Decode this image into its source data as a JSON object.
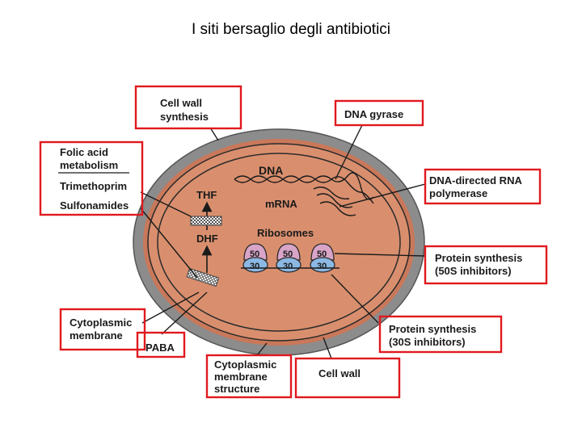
{
  "title": "I siti bersaglio degli antibiotici",
  "diagram": {
    "cell": {
      "dna": "DNA",
      "mrna": "mRNA",
      "ribosomes": "Ribosomes",
      "thf": "THF",
      "dhf": "DHF",
      "subunit_large": "50",
      "subunit_small": "30"
    },
    "labels": {
      "cell_wall_synthesis": [
        "Cell wall",
        "synthesis"
      ],
      "dna_gyrase": "DNA gyrase",
      "folic_acid": [
        "Folic acid",
        "metabolism"
      ],
      "trimethoprim": "Trimethoprim",
      "sulfonamides": "Sulfonamides",
      "rna_polymerase": [
        "DNA-directed RNA",
        "polymerase"
      ],
      "protein_50s": [
        "Protein synthesis",
        "(50S inhibitors)"
      ],
      "cytoplasmic_membrane": [
        "Cytoplasmic",
        "membrane"
      ],
      "paba": "PABA",
      "protein_30s": [
        "Protein synthesis",
        "(30S inhibitors)"
      ],
      "membrane_structure": [
        "Cytoplasmic",
        "membrane",
        "structure"
      ],
      "cell_wall": "Cell wall"
    },
    "colors": {
      "outer_wall": "#8c8c8c",
      "cytoplasm": "#d98f6e",
      "membrane_ring": "#c9785a",
      "ribosome_large": "#d8a4c8",
      "ribosome_small": "#8cb8e4",
      "box_red": "#e0191e"
    }
  }
}
